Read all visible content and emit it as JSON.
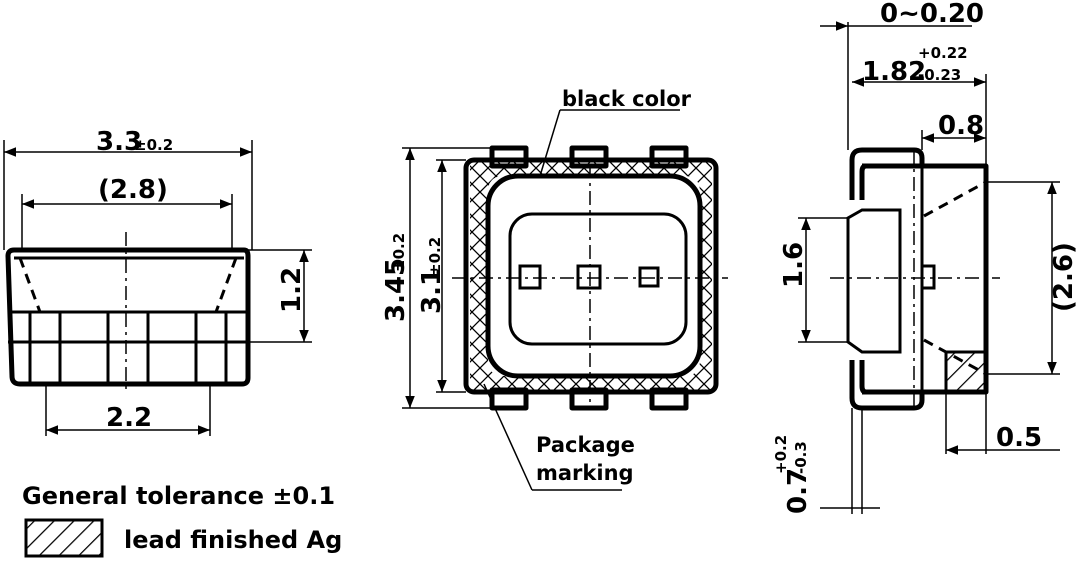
{
  "front_view": {
    "width_label": "3.3",
    "width_tol": "±0.2",
    "inner_width_label": "(2.8)",
    "height_label": "1.2",
    "lead_span_label": "2.2"
  },
  "top_view": {
    "callout_black": "black color",
    "callout_package_line1": "Package",
    "callout_package_line2": "marking",
    "outer_height_label": "3.45",
    "outer_height_tol": "±0.2",
    "inner_height_label": "3.1",
    "inner_height_tol": "±0.2"
  },
  "side_view": {
    "standoff_label": "0~0.20",
    "thickness_label": "1.82",
    "thickness_tol_plus": "+0.22",
    "thickness_tol_minus": "-0.23",
    "lead_len_label": "0.8",
    "pad_label": "1.6",
    "body_label": "(2.6)",
    "lead_w_label": "0.5",
    "foot_label": "0.7",
    "foot_tol_plus": "+0.2",
    "foot_tol_minus": "-0.3"
  },
  "notes": {
    "tolerance": "General tolerance ±0.1",
    "legend": "lead finished Ag"
  }
}
